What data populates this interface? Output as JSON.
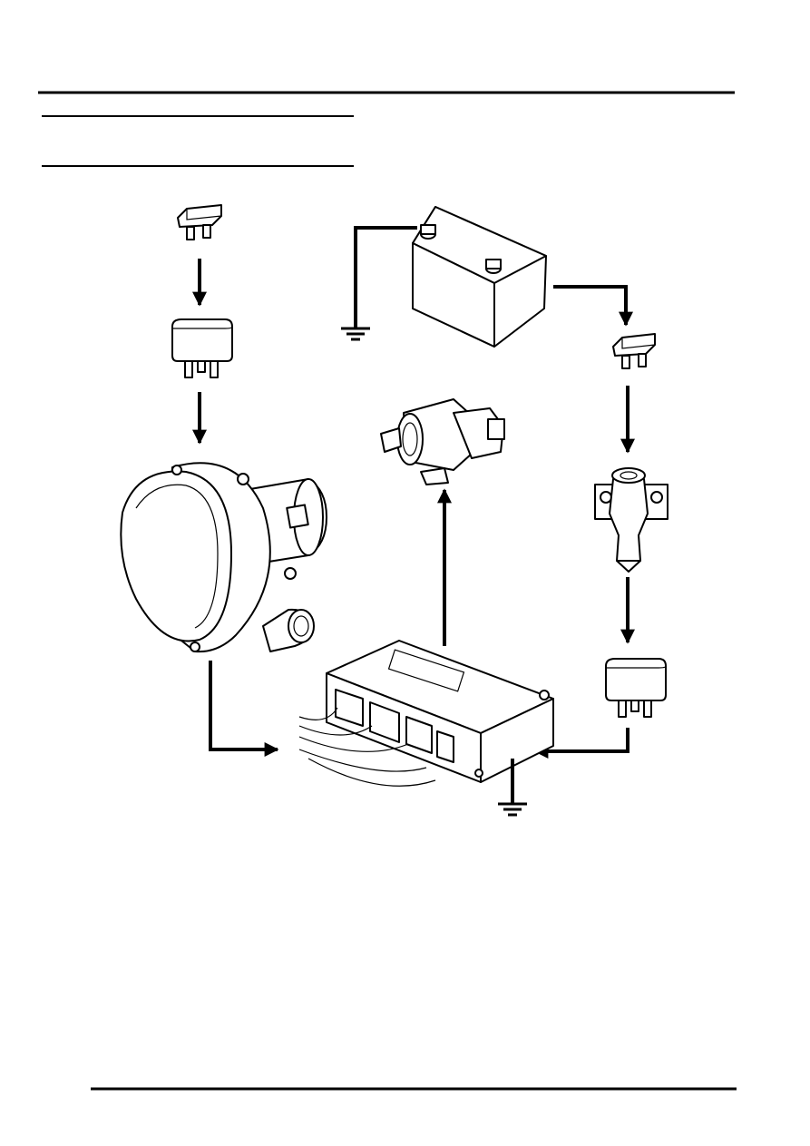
{
  "page": {
    "header_rule": "",
    "section_title": "",
    "footer_rule": ""
  },
  "diagram": {
    "components": [
      {
        "id": "fuse-1",
        "icon": "fuse-icon"
      },
      {
        "id": "relay-1",
        "icon": "relay-icon"
      },
      {
        "id": "air-pump",
        "icon": "air-injection-pump-icon"
      },
      {
        "id": "battery",
        "icon": "battery-icon"
      },
      {
        "id": "ground-1",
        "icon": "ground-icon"
      },
      {
        "id": "vacuum-solenoid",
        "icon": "vacuum-solenoid-valve-icon"
      },
      {
        "id": "fuse-2",
        "icon": "fuse-icon"
      },
      {
        "id": "ignition-switch",
        "icon": "ignition-switch-icon"
      },
      {
        "id": "relay-2",
        "icon": "relay-icon"
      },
      {
        "id": "ecm",
        "icon": "engine-control-module-icon"
      },
      {
        "id": "ground-2",
        "icon": "ground-icon"
      }
    ],
    "connections": [
      {
        "from": "fuse-1",
        "to": "relay-1"
      },
      {
        "from": "relay-1",
        "to": "air-pump"
      },
      {
        "from": "air-pump",
        "to": "ecm"
      },
      {
        "from": "battery",
        "to": "ground-1"
      },
      {
        "from": "battery",
        "to": "fuse-2"
      },
      {
        "from": "fuse-2",
        "to": "ignition-switch"
      },
      {
        "from": "ignition-switch",
        "to": "relay-2"
      },
      {
        "from": "relay-2",
        "to": "ecm"
      },
      {
        "from": "ecm",
        "to": "vacuum-solenoid"
      },
      {
        "from": "ecm",
        "to": "ground-2"
      }
    ]
  }
}
